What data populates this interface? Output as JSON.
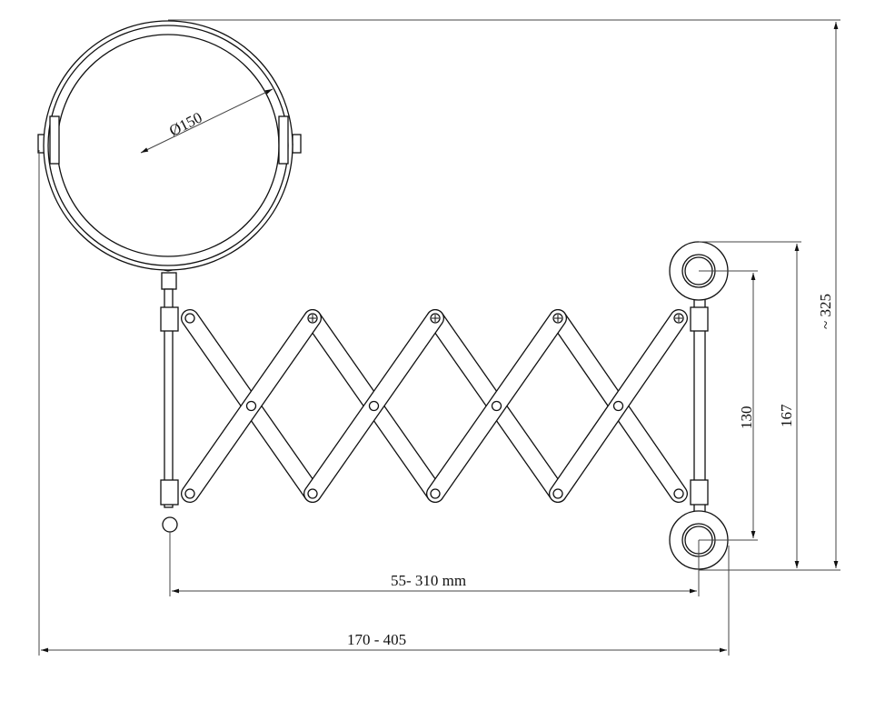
{
  "title": "Extendable scissor-arm wall mirror dimension drawing",
  "dimensions": {
    "mirror_diameter": "Ø150",
    "total_height": "~ 325",
    "rosette_outer_span": "167",
    "rosette_center_span": "130",
    "arm_extension": "55- 310 mm",
    "total_extension": "170 - 405"
  }
}
